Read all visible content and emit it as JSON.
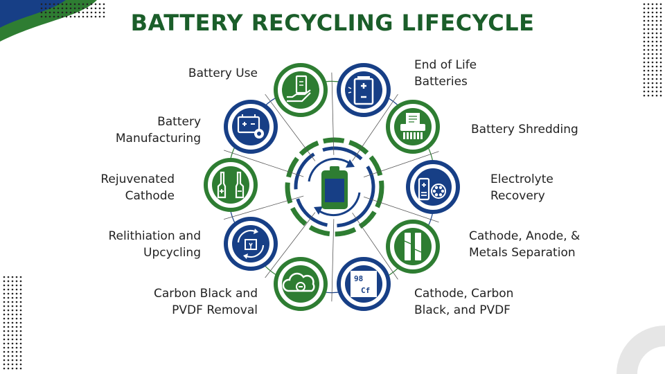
{
  "title": "BATTERY RECYCLING LIFECYCLE",
  "colors": {
    "green": "#2e7d32",
    "blue": "#173f86",
    "title": "#1b5e2a",
    "text": "#222222"
  },
  "center": {
    "icon": "battery-icon",
    "arrows": "recycle-arrows"
  },
  "stages": [
    {
      "lines": [
        "End of Life",
        "Batteries"
      ],
      "color": "blue",
      "icon": "battery-charge-icon"
    },
    {
      "lines": [
        "Battery Shredding"
      ],
      "color": "green",
      "icon": "shredder-icon"
    },
    {
      "lines": [
        "Electrolyte",
        "Recovery"
      ],
      "color": "blue",
      "icon": "electrolyte-icon"
    },
    {
      "lines": [
        "Cathode, Anode, &",
        "Metals Separation"
      ],
      "color": "green",
      "icon": "separation-icon"
    },
    {
      "lines": [
        "Cathode, Carbon",
        "Black, and PVDF"
      ],
      "color": "blue",
      "icon": "chemical-element-icon",
      "icon_text": [
        "98",
        "Cf"
      ]
    },
    {
      "lines": [
        "Carbon Black and",
        "PVDF Removal"
      ],
      "color": "green",
      "icon": "cloud-minus-icon"
    },
    {
      "lines": [
        "Relithiation and",
        "Upcycling"
      ],
      "color": "blue",
      "icon": "recycle-box-icon"
    },
    {
      "lines": [
        "Rejuvenated",
        "Cathode"
      ],
      "color": "green",
      "icon": "cathode-icon"
    },
    {
      "lines": [
        "Battery",
        "Manufacturing"
      ],
      "color": "blue",
      "icon": "manufacturing-icon"
    },
    {
      "lines": [
        "Battery Use"
      ],
      "color": "green",
      "icon": "hand-battery-icon"
    }
  ]
}
